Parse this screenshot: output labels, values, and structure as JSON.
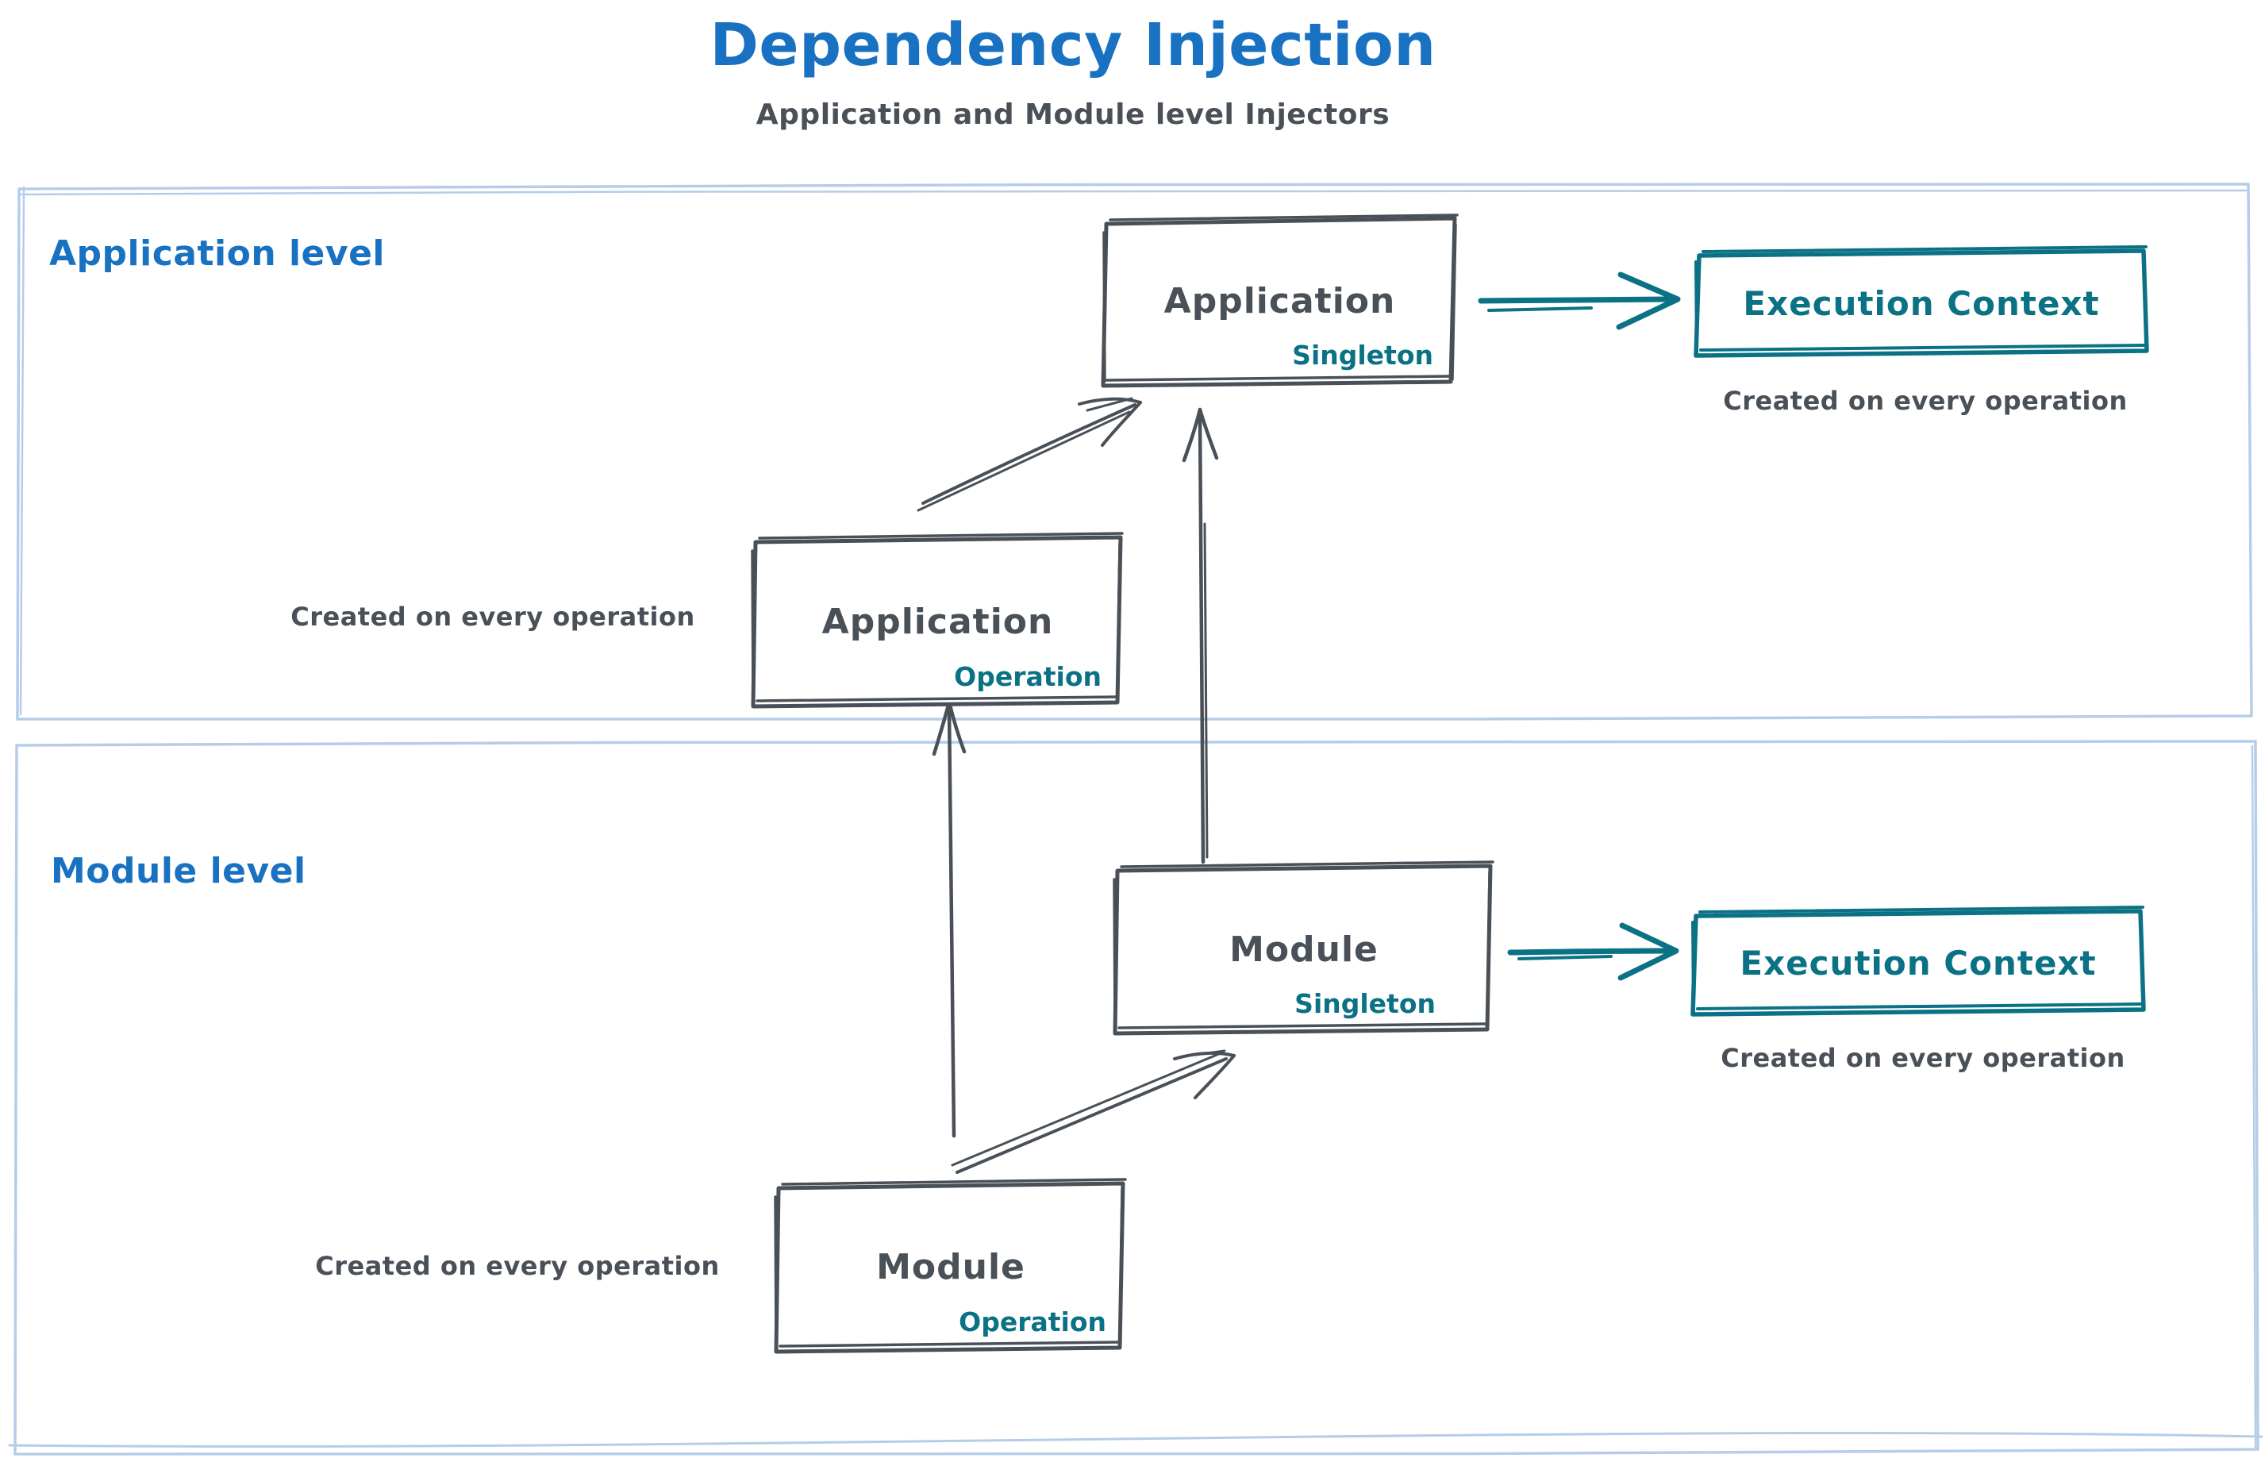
{
  "title": "Dependency Injection",
  "subtitle": "Application and Module level Injectors",
  "colors": {
    "title_blue": "#1971c2",
    "teal": "#0b7285",
    "ink_gray": "#495057",
    "frame_blue": "#b5cde9",
    "background": "#ffffff"
  },
  "application_level": {
    "label": "Application level",
    "singleton_box": {
      "name": "Application",
      "scope": "Singleton"
    },
    "operation_box": {
      "name": "Application",
      "scope": "Operation"
    },
    "operation_caption": "Created on every operation",
    "execution_context": {
      "label": "Execution Context",
      "caption": "Created on every operation"
    }
  },
  "module_level": {
    "label": "Module level",
    "singleton_box": {
      "name": "Module",
      "scope": "Singleton"
    },
    "operation_box": {
      "name": "Module",
      "scope": "Operation"
    },
    "operation_caption": "Created on every operation",
    "execution_context": {
      "label": "Execution Context",
      "caption": "Created on every operation"
    }
  }
}
